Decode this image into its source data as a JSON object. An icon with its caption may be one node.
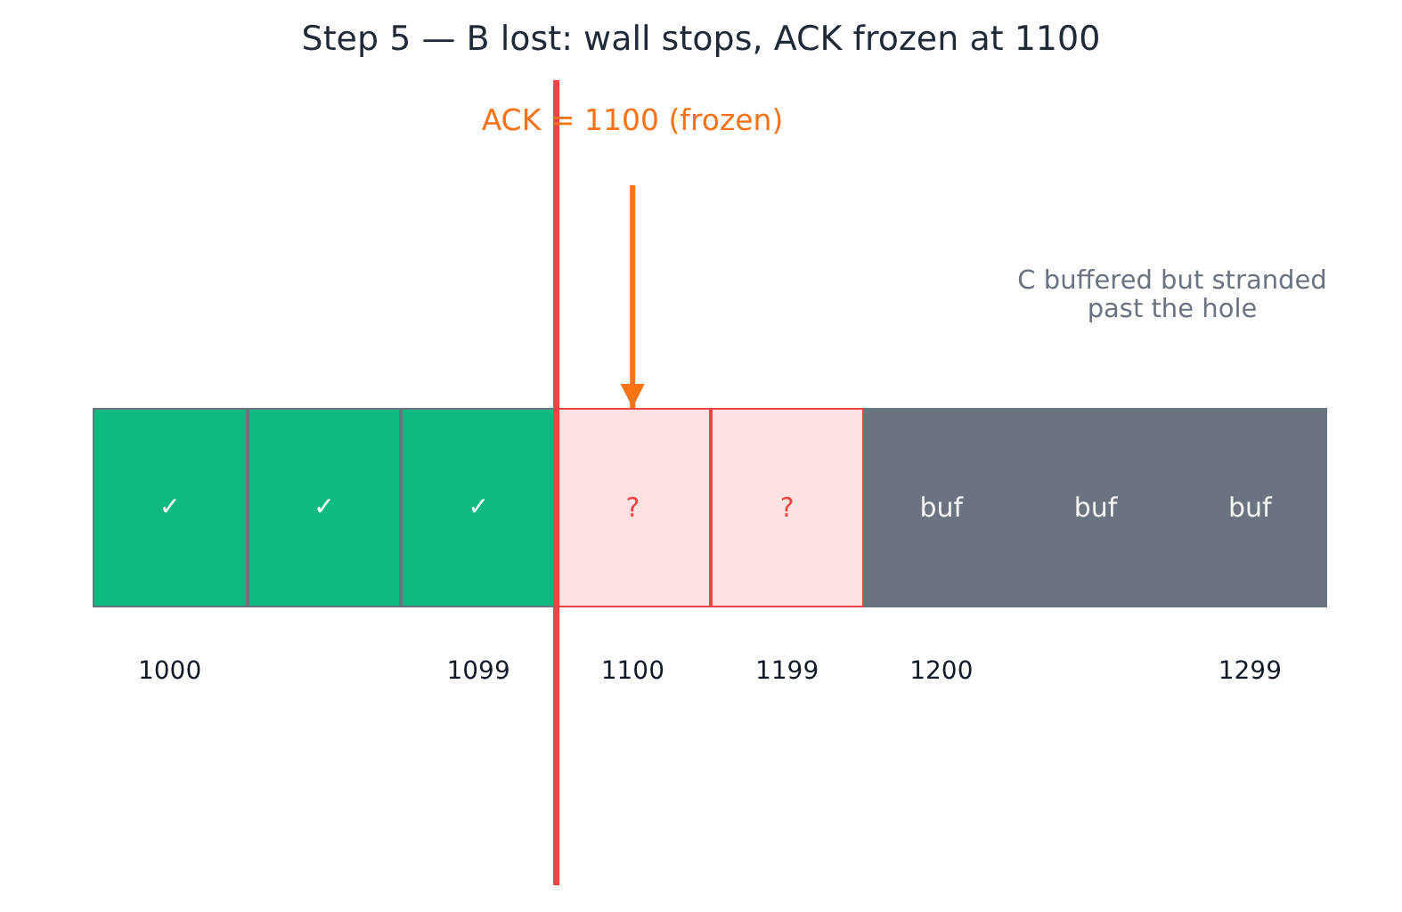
{
  "diagram": {
    "title": "Step 5 — B lost: wall stops, ACK frozen at 1100",
    "nodes": [
      {
        "text": [
          "ACK = 1100 (frozen)"
        ]
      },
      {
        "text": [
          "✓"
        ],
        "beside": [
          "1000"
        ]
      },
      {
        "text": [
          "✓"
        ]
      },
      {
        "text": [
          "✓"
        ],
        "beside": [
          "1099"
        ]
      },
      {
        "text": [
          "?"
        ],
        "beside": [
          "1100"
        ]
      },
      {
        "text": [
          "?"
        ],
        "beside": [
          "1199"
        ]
      },
      {
        "text": [
          "buf"
        ],
        "beside": [
          "1200"
        ]
      },
      {
        "text": [
          "buf"
        ]
      },
      {
        "text": [
          "buf"
        ],
        "beside": [
          "1299"
        ]
      }
    ],
    "edges": [
      {
        "from": 0,
        "to": 4,
        "arrow": "to",
        "color": "#f97316"
      }
    ],
    "labels": [
      "C buffered but stranded past the hole"
    ]
  }
}
